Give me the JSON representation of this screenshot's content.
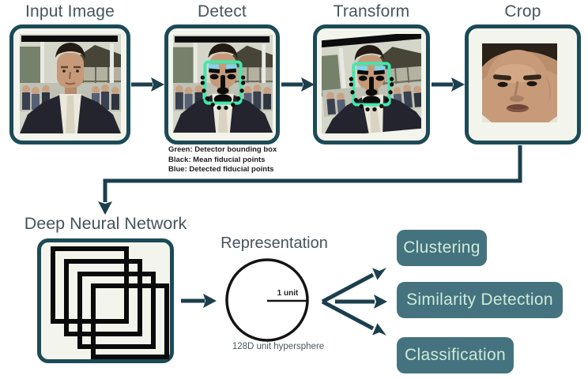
{
  "pipeline": {
    "stages": [
      {
        "label": "Input Image"
      },
      {
        "label": "Detect"
      },
      {
        "label": "Transform"
      },
      {
        "label": "Crop"
      }
    ],
    "detect_legend": [
      "Green: Detector bounding box",
      "Black: Mean fiducial points",
      "Blue: Detected fiducial points"
    ],
    "dnn_label": "Deep Neural Network",
    "representation": {
      "label": "Representation",
      "radius_label": "1 unit",
      "caption": "128D unit hypersphere"
    },
    "outputs": [
      {
        "label": "Clustering"
      },
      {
        "label": "Similarity Detection"
      },
      {
        "label": "Classification"
      }
    ],
    "colors": {
      "outline_teal": "#1c4a57",
      "arrow_teal": "#1b3f4e",
      "title_text": "#45555d",
      "stage_bg": "#f3f5ec",
      "output_pill_bg": "#44737f",
      "output_pill_text": "#cfe9d8",
      "bounding_box_green": "#40e9ad",
      "fiducial_black": "#000000",
      "fiducial_blue": "#7ed6ea"
    }
  }
}
